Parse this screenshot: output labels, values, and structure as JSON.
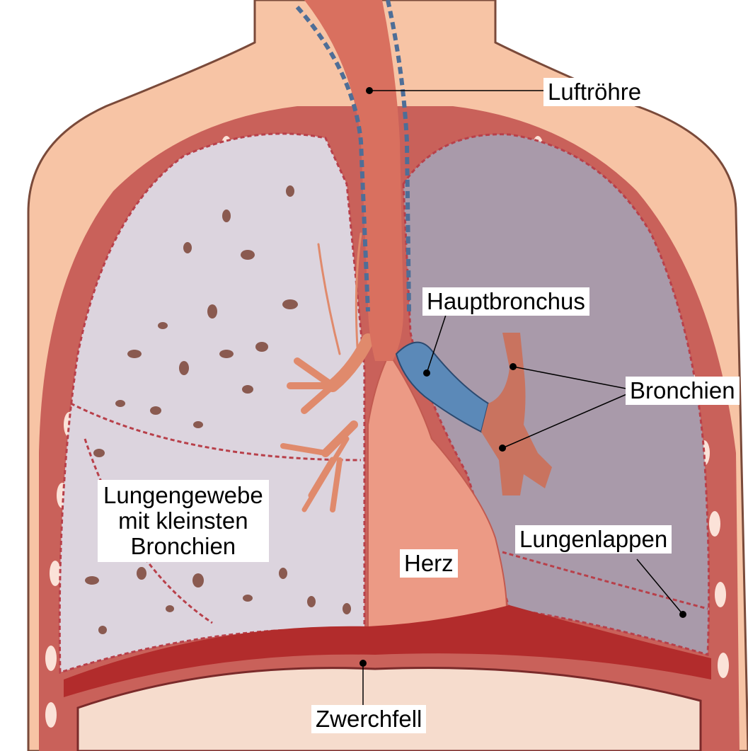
{
  "labels": {
    "luftroehre": "Luftröhre",
    "hauptbronchus": "Hauptbronchus",
    "bronchien": "Bronchien",
    "lungengewebe_line1": "Lungengewebe",
    "lungengewebe_line2": "mit kleinsten",
    "lungengewebe_line3": "Bronchien",
    "lungenlappen": "Lungenlappen",
    "herz": "Herz",
    "zwerchfell": "Zwerchfell"
  },
  "colors": {
    "skin": "#f7c4a5",
    "chest_wall": "#c9615a",
    "rib": "#fbe2d8",
    "lung_left": "#dcd4de",
    "lung_right": "#a99aaa",
    "trachea": "#d9705f",
    "trachea_cartilage": "#4e6e97",
    "main_bronchus": "#5b89b8",
    "heart": "#ec9a85",
    "diaphragm": "#b22c2c",
    "abdomen": "#f6dccd"
  }
}
